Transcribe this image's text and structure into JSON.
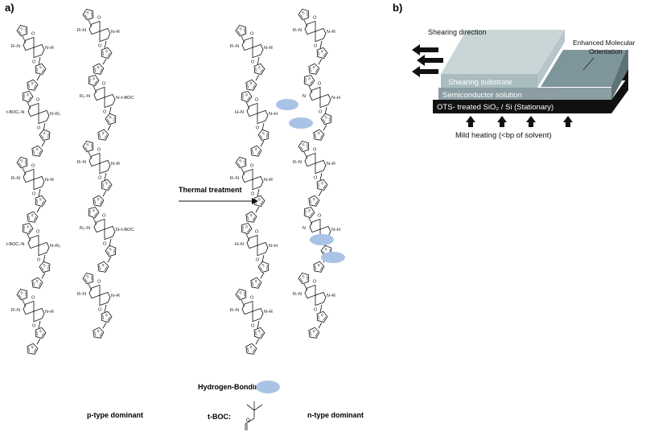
{
  "figure": {
    "panel_a_label": "a)",
    "panel_b_label": "b)"
  },
  "panel_a": {
    "arrow_label": "Thermal treatment",
    "left_caption": "p-type dominant",
    "right_caption": "n-type dominant",
    "legend": {
      "hbond_label": "Hydrogen-Bonding:",
      "tboc_label": "t-BOC:"
    },
    "substituents": {
      "R": "R",
      "R2": "R₂",
      "tBOC": "t-BOC",
      "NH": "N–H",
      "HN": "H–N",
      "N": "N",
      "O": "O",
      "S": "S",
      "H": "H"
    },
    "hbond_color": "#a9c3e6"
  },
  "panel_b": {
    "shearing_direction": "Shearing direction",
    "enhanced_orientation_line1": "Enhanced Molecular",
    "enhanced_orientation_line2": "Orientation",
    "shearing_substrate": "Shearing substrate",
    "semiconductor_solution": "Semiconductor solution",
    "base_label": "OTS- treated SiO₂ / Si (Stationary)",
    "mild_heating": "Mild heating (<bp of solvent)",
    "colors": {
      "substrate_top": "#c8d6d8",
      "substrate_front": "#a9bcc0",
      "solution": "#8c9ea4",
      "film": "#7f959c",
      "base": "#111111"
    }
  }
}
